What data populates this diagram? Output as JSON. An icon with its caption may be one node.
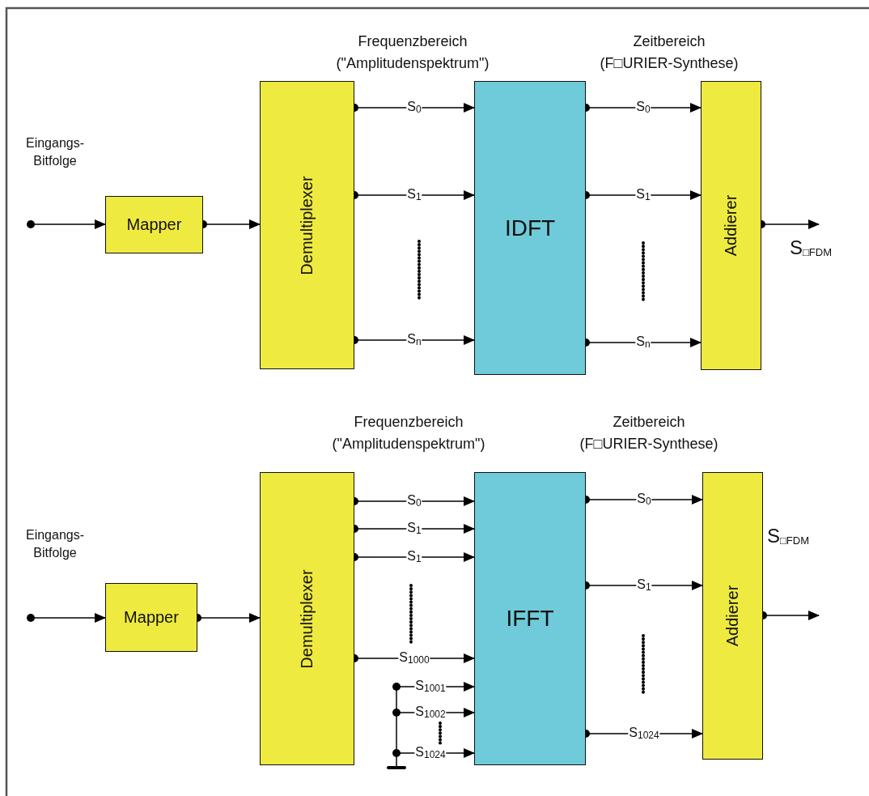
{
  "diagram": {
    "nodes": [
      {
        "text": [],
        "shape": "circle"
      },
      {
        "text": [
          "Mapper"
        ]
      },
      {
        "text": [
          "Demultiplexer"
        ]
      },
      {
        "text": [
          "IDFT"
        ]
      },
      {
        "text": [
          "Addierer"
        ],
        "beside": [
          "S$_{□FDM}$"
        ]
      },
      {
        "text": [],
        "shape": "circle"
      },
      {
        "text": [
          "Mapper"
        ]
      },
      {
        "text": [
          "Demultiplexer"
        ]
      },
      {
        "text": [
          "IFFT"
        ]
      },
      {
        "text": [
          "Addierer"
        ],
        "beside": [
          "S$_{□FDM}$"
        ]
      },
      {
        "text": [],
        "shape": "bar"
      }
    ],
    "edges": [
      {
        "from": 0,
        "to": 1,
        "arrow": "to"
      },
      {
        "from": 1,
        "to": 2,
        "arrow": "to"
      },
      {
        "from": 2,
        "to": 3,
        "arrow": "to",
        "label": "S$_{0}$"
      },
      {
        "from": 2,
        "to": 3,
        "arrow": "to",
        "label": "S$_{1}$"
      },
      {
        "from": 2,
        "to": 3,
        "arrow": "to",
        "label": "S$_{n}$"
      },
      {
        "from": 3,
        "to": 4,
        "arrow": "to",
        "label": "S$_{0}$"
      },
      {
        "from": 3,
        "to": 4,
        "arrow": "to",
        "label": "S$_{1}$"
      },
      {
        "from": 3,
        "to": 4,
        "arrow": "to",
        "label": "S$_{n}$"
      },
      {
        "from": 4,
        "to": null,
        "arrow": "to"
      },
      {
        "from": 5,
        "to": 6,
        "arrow": "to"
      },
      {
        "from": 6,
        "to": 7,
        "arrow": "to"
      },
      {
        "from": 7,
        "to": 8,
        "arrow": "to",
        "label": "S$_{0}$"
      },
      {
        "from": 7,
        "to": 8,
        "arrow": "to",
        "label": "S$_{1}$"
      },
      {
        "from": 7,
        "to": 8,
        "arrow": "to",
        "label": "S$_{1}$"
      },
      {
        "from": 7,
        "to": 8,
        "arrow": "to",
        "label": "S$_{1000}$"
      },
      {
        "from": 10,
        "to": 8,
        "arrow": "to",
        "label": "S$_{1001}$"
      },
      {
        "from": 10,
        "to": 8,
        "arrow": "to",
        "label": "S$_{1002}$"
      },
      {
        "from": 10,
        "to": 8,
        "arrow": "to",
        "label": "S$_{1024}$"
      },
      {
        "from": 8,
        "to": 9,
        "arrow": "to",
        "label": "S$_{0}$"
      },
      {
        "from": 8,
        "to": 9,
        "arrow": "to",
        "label": "S$_{1}$"
      },
      {
        "from": 8,
        "to": 9,
        "arrow": "to",
        "label": "S$_{1024}$"
      },
      {
        "from": 9,
        "to": null,
        "arrow": "to"
      }
    ],
    "labels": [
      "Frequenzbereich (\"Amplitudenspektrum\")",
      "Zeitbereich (F□URIER-Synthese)",
      "Eingangs- Bitfolge",
      "Frequenzbereich (\"Amplitudenspektrum\")",
      "Zeitbereich (F□URIER-Synthese)",
      "Eingangs- Bitfolge"
    ]
  }
}
